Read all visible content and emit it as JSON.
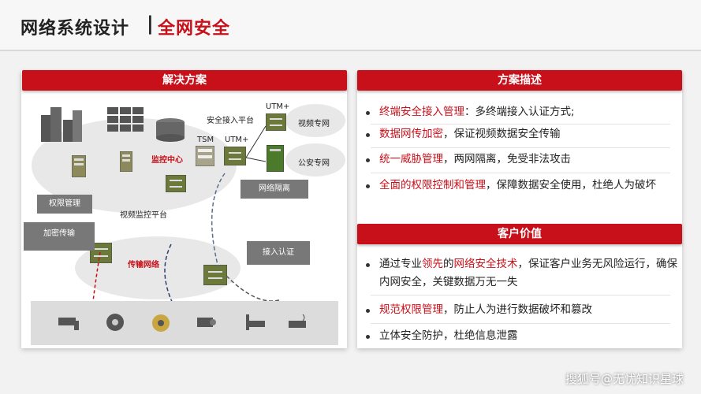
{
  "header": {
    "title": "网络系统设计",
    "separator": "|",
    "subtitle": "全网安全"
  },
  "left_panel": {
    "heading": "解决方案",
    "labels": {
      "access_platform": "安全接入平台",
      "utm_top": "UTM+",
      "video_net": "视频专网",
      "tsm": "TSM",
      "utm_mid": "UTM+",
      "monitor_center": "监控中心",
      "police_net": "公安专网",
      "permission": "权限管理",
      "video_platform": "视频监控平台",
      "net_isolation": "网络隔离",
      "encrypt": "加密传输",
      "transport_net": "传输网络",
      "access_auth": "接入认证"
    }
  },
  "right_panel": {
    "heading1": "方案描述",
    "items1": [
      {
        "hl": "终端安全接入管理",
        "rest": "：多终端接入认证方式;"
      },
      {
        "hl": "数据网传加密",
        "rest": "，保证视频数据安全传输"
      },
      {
        "hl": "统一威胁管理",
        "rest": "，两网隔离，免受非法攻击"
      },
      {
        "hl": "全面的权限控制和管理",
        "rest": "，保障数据安全使用，杜绝人为破坏"
      }
    ],
    "heading2": "客户价值",
    "items2": [
      {
        "pre": "通过专业",
        "hl": "领先",
        "mid": "的",
        "hl2": "网络安全技术",
        "rest": "，保证客户业务无风险运行，确保内网安全，关键数据万无一失"
      },
      {
        "pre": "",
        "hl": "规范权限管理",
        "mid": "，防止人为进行数据破坏和篡改",
        "hl2": "",
        "rest": ""
      },
      {
        "pre": "立体安全防护，杜绝信息泄露",
        "hl": "",
        "mid": "",
        "hl2": "",
        "rest": ""
      }
    ]
  },
  "watermark": "搜狐号@无忧知识星球",
  "colors": {
    "accent": "#c8101a",
    "callout": "#787878",
    "cloud": "#e8e8e8"
  }
}
